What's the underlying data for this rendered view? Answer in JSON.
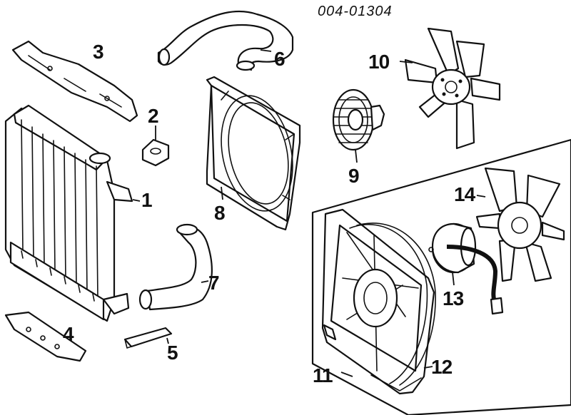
{
  "diagram": {
    "code": "004-01304",
    "callouts": [
      "1",
      "2",
      "3",
      "4",
      "5",
      "6",
      "7",
      "8",
      "9",
      "10",
      "11",
      "12",
      "13",
      "14"
    ]
  }
}
